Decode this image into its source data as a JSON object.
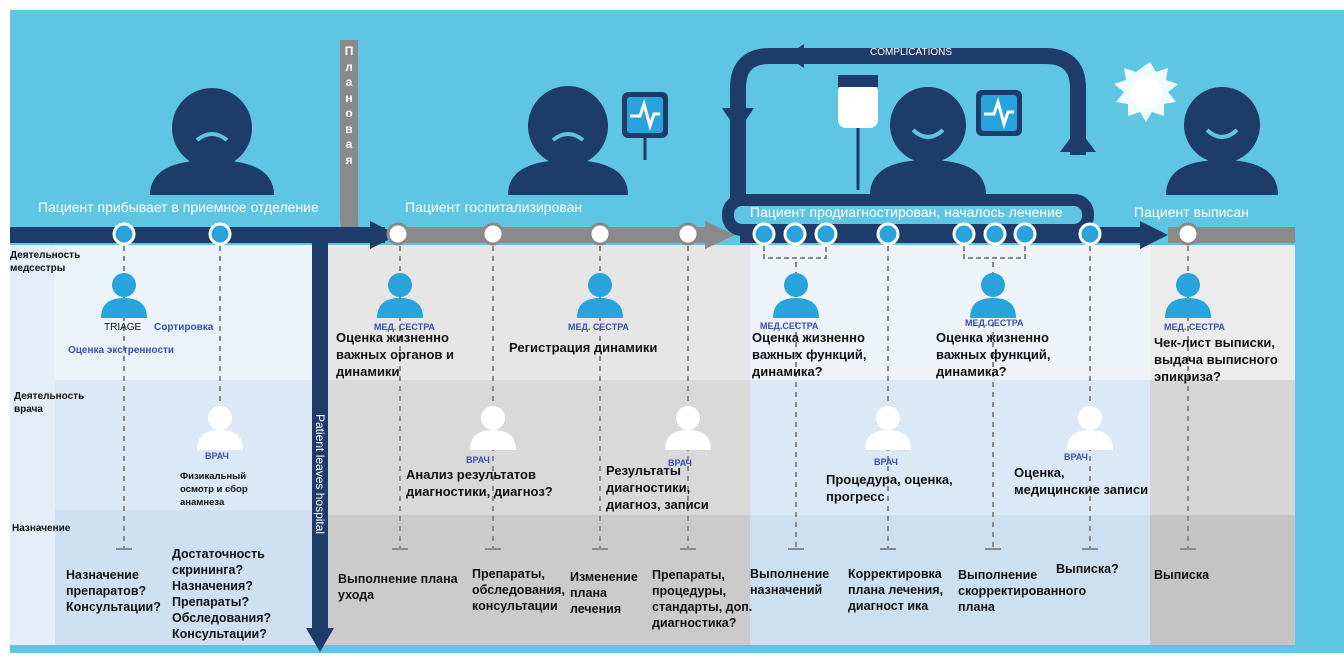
{
  "stages": [
    "Пациент  прибывает в приемное отделение",
    "Пациент госпитализирован",
    "Пациент продиагностирован, началось лечение",
    "Пациент выписан"
  ],
  "planned_label": "Плановая",
  "complications_label": "COMPLICATIONS",
  "leaves_label": "Patient leaves hospital",
  "lanes": {
    "nurse": "Деятельность\nмедсестры",
    "doctor": "Деятельность\nврача",
    "order": "Назначение"
  },
  "nurse": {
    "triage": "TRIAGE",
    "sort": "Сортировка",
    "urgency": "Оценка экстренности",
    "role": "МЕД. СЕСТРА",
    "role_nospace": "МЕД.СЕСТРА",
    "n1": "Оценка жизненно\nважных органов и\nдинамики",
    "n2": "Регистрация динамики",
    "n3": "Оценка жизненно\nважных функций,\nдинамика?",
    "n4": "Оценка жизненно\nважных функций,\nдинамика?",
    "n5": "Чек-лист выписки,\nвыдача выписного\nэпикриза?"
  },
  "doctor": {
    "role": "ВРАЧ",
    "d1": "Физикальный\nосмотр и сбор\nанамнеза",
    "d2": "Анализ результатов\nдиагностики, диагноз?",
    "d3": "Результаты\nдиагностики,\nдиагноз, записи",
    "d4": "Процедура, оценка,\nпрогресс",
    "d5": "Оценка,\nмедицинские записи"
  },
  "orders": {
    "o1": "Назначение\nпрепаратов?\nКонсультации?",
    "o2": "Достаточность\nскрининга?\nНазначения?\nПрепараты?\nОбследования?\nКонсультации?",
    "o3": "Выполнение плана\nухода",
    "o4": "Препараты,\nобследования,\nконсультации",
    "o5": "Изменение\nплана\nлечения",
    "o6": "Препараты,\nпроцедуры,\nстандарты, доп.\nдиагностика?",
    "o7": "Выполнение\nназначений",
    "o8": "Корректировка\nплана лечения,\nдиагност ика",
    "o9": "Выполнение\nскорректированного\nплана",
    "o10": "Выписка?",
    "o11": "Выписка"
  },
  "icons": [
    "sad-patient-icon",
    "sad-patient-monitor-icon",
    "happy-patient-iv-monitor-icon",
    "happy-patient-sun-icon",
    "nurse-icon",
    "doctor-icon",
    "heartbeat-monitor-icon",
    "iv-bag-icon",
    "sun-icon"
  ],
  "colors": {
    "sky": "#5ec5e2",
    "navy": "#1d3c6a",
    "grey": "#8a8a8a",
    "light_blue": "#deeaf6",
    "grey_lane": "#cfcfcf",
    "person_blue": "#29a3dc"
  }
}
